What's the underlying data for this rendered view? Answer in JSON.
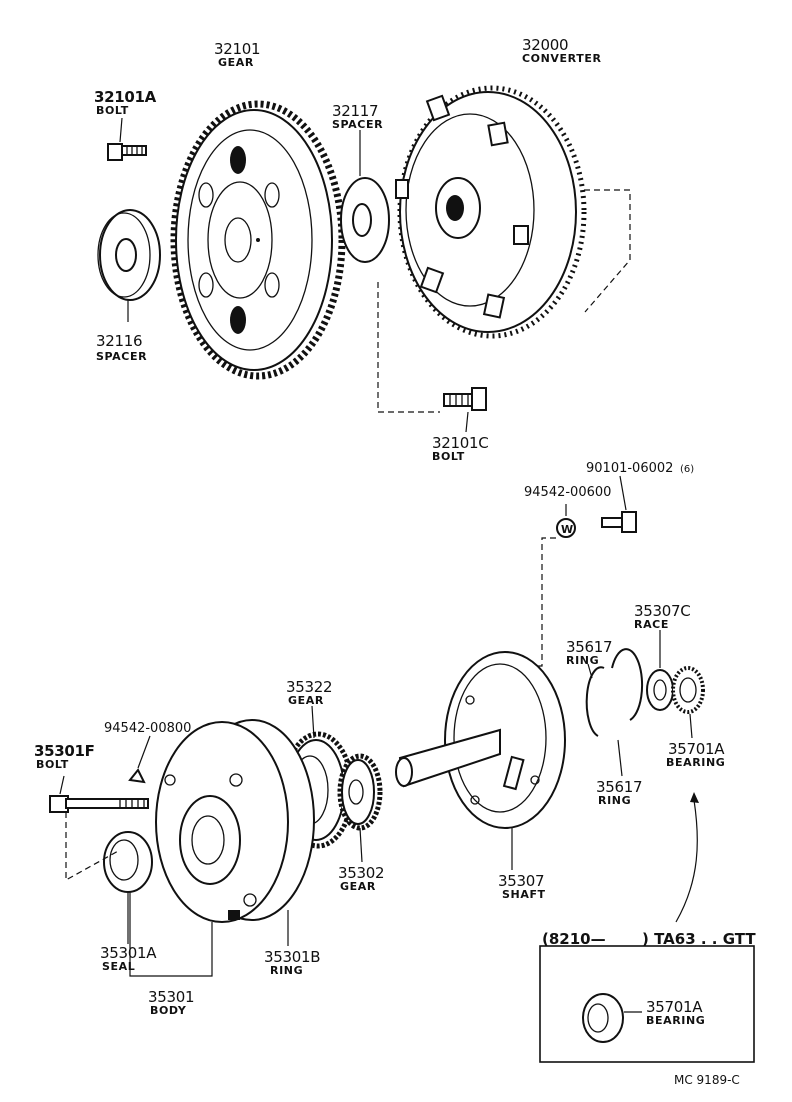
{
  "parts": [
    {
      "id": "32101",
      "name": "GEAR"
    },
    {
      "id": "32000",
      "name": "CONVERTER"
    },
    {
      "id": "32101A",
      "name": "BOLT"
    },
    {
      "id": "32117",
      "name": "SPACER"
    },
    {
      "id": "32116",
      "name": "SPACER"
    },
    {
      "id": "32101C",
      "name": "BOLT"
    },
    {
      "id": "90101-06002",
      "name": "",
      "qty": "(6)"
    },
    {
      "id": "94542-00600",
      "name": ""
    },
    {
      "id": "35307C",
      "name": "RACE"
    },
    {
      "id": "35617",
      "name": "RING"
    },
    {
      "id": "35617",
      "name": "RING"
    },
    {
      "id": "35701A",
      "name": "BEARING"
    },
    {
      "id": "35322",
      "name": "GEAR"
    },
    {
      "id": "94542-00800",
      "name": ""
    },
    {
      "id": "35301F",
      "name": "BOLT"
    },
    {
      "id": "35302",
      "name": "GEAR"
    },
    {
      "id": "35307",
      "name": "SHAFT"
    },
    {
      "id": "35301A",
      "name": "SEAL"
    },
    {
      "id": "35301B",
      "name": "RING"
    },
    {
      "id": "35301",
      "name": "BODY"
    }
  ],
  "washer_symbol": "W",
  "inset": {
    "header_left": "(8210—",
    "header_right": ") TA63 . . GTT",
    "part_id": "35701A",
    "part_name": "BEARING"
  },
  "figure_code": "MC  9189-C"
}
